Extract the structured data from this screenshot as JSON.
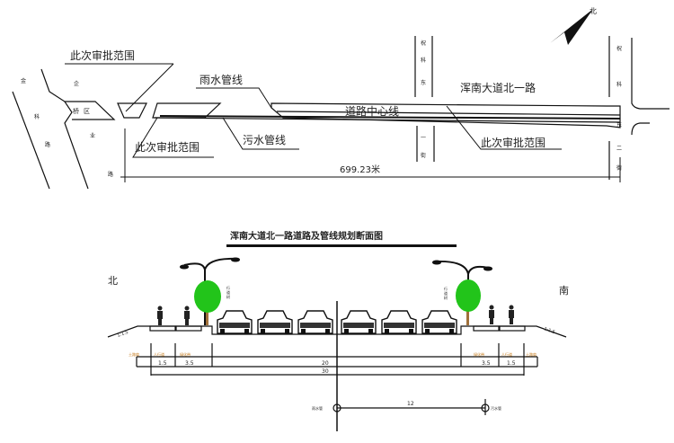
{
  "plan": {
    "approval_scope_label": "此次审批范围",
    "rainwater_pipe_label": "雨水管线",
    "sewage_pipe_label": "污水管线",
    "road_centerline_label": "道路中心线",
    "road_name": "浑南大道北一路",
    "length_label": "699.23米",
    "bridge_area_label": [
      "桥",
      "区"
    ],
    "left_road_chars_a": [
      "金",
      "科",
      "路"
    ],
    "left_road_chars_b": [
      "企",
      "业",
      "路"
    ],
    "cross_street_1": [
      "祝",
      "科",
      "东",
      "一",
      "街"
    ],
    "cross_street_2": [
      "祝",
      "科",
      "东",
      "二",
      "街"
    ],
    "north_arrow_label": "北"
  },
  "section": {
    "title": "浑南大道北一路道路及管线规划断面图",
    "north_label": "北",
    "south_label": "南",
    "slope_label": "1:1.5",
    "tree_label": [
      "行",
      "道",
      "树"
    ],
    "segment_labels": [
      "土路肩",
      "人行道",
      "绿化带"
    ],
    "dims": {
      "shoulder": "1.5",
      "green": "3.5",
      "carriageway": "20",
      "total": "30",
      "pipe_spacing": "12"
    },
    "rain_pipe_label": "雨水管",
    "sewage_pipe_label": "污水管"
  },
  "colors": {
    "line": "#111111",
    "tree": "#22c41a",
    "trunk": "#a0703a"
  }
}
